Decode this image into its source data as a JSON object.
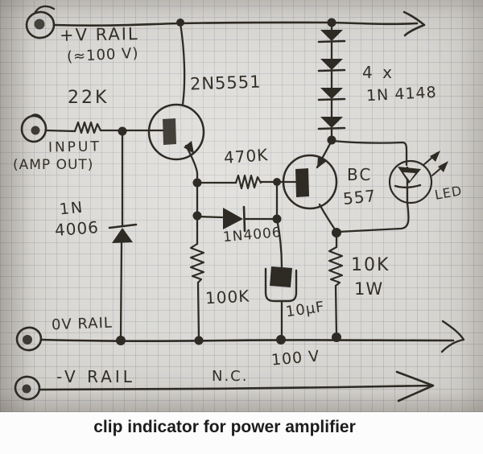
{
  "caption": "clip indicator for power amplifier",
  "colors": {
    "ink": "#2e2a24",
    "paper": "#d8d6d2",
    "caption_color": "#1c1c1c",
    "caption_bg": "#fcfcfc"
  },
  "labels": {
    "plus_rail": "+V RAIL",
    "plus_rail_voltage": "(≈100 V)",
    "r_input": "22K",
    "q1": "2N5551",
    "input_line1": "INPUT",
    "input_line2": "(AMP OUT)",
    "d_input_line1": "1N",
    "d_input_line2": "4006",
    "r_feed": "470K",
    "d_chain_qty": "4 x",
    "d_chain_part": "1N 4148",
    "q2_line1": "BC",
    "q2_line2": "557",
    "led": "LED",
    "d_clamp": "1N4006",
    "r_bias": "100K",
    "cap": "10µF",
    "r_led_line1": "10K",
    "r_led_line2": "1W",
    "zero_rail": "0V RAIL",
    "zero_rail_voltage": "100 V",
    "minus_rail": "-V RAIL",
    "nc": "N.C."
  }
}
